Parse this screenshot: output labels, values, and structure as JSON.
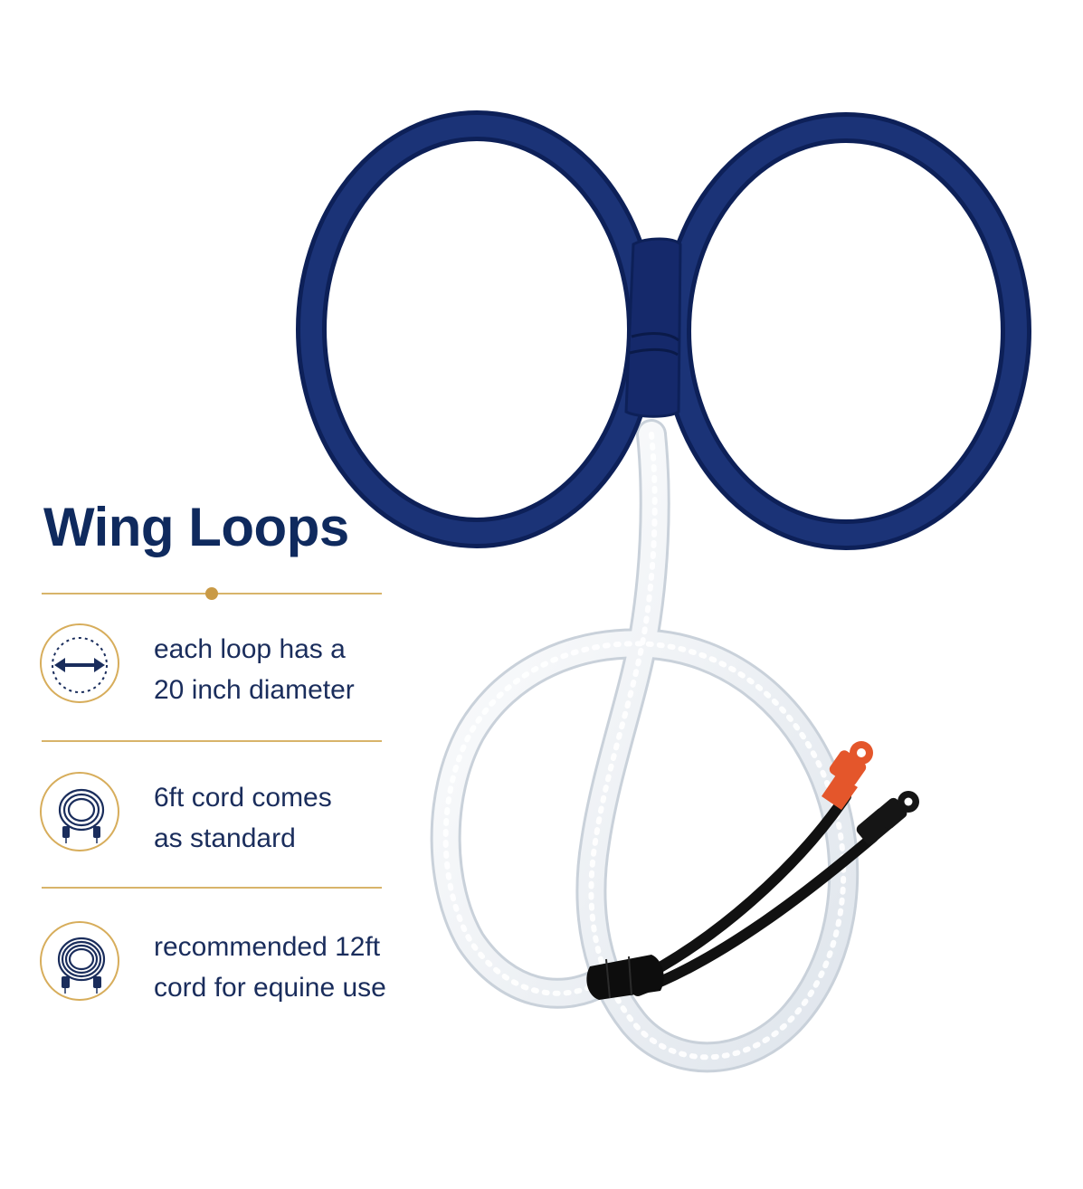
{
  "title": "Wing Loops",
  "colors": {
    "navy": "#132a6b",
    "gold": "#d7ad5b",
    "text": "#1a2d5c",
    "connector_red": "#e4562b",
    "connector_black": "#111111"
  },
  "features": [
    {
      "icon": "diameter-icon",
      "line1": "each loop has a",
      "line2": "20 inch diameter"
    },
    {
      "icon": "coiled-cord-icon",
      "line1": "6ft cord comes",
      "line2": "as standard"
    },
    {
      "icon": "coiled-cord-long-icon",
      "line1": "recommended 12ft",
      "line2": "cord for equine use"
    }
  ]
}
